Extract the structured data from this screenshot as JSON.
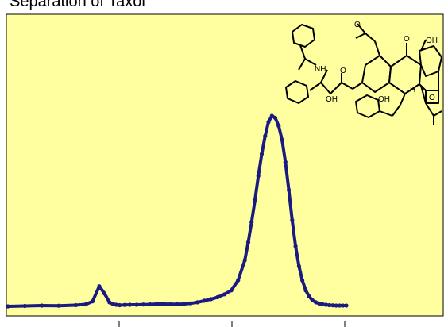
{
  "title": "Separation of Taxol",
  "colors": {
    "plot_background": "#ffffa0",
    "plot_border": "#000000",
    "trace": "#1a1a80",
    "page_background": "#ffffff"
  },
  "structure": {
    "icon": "taxol-structure-icon",
    "labels": {
      "nh": "NH",
      "oh_side": "OH",
      "oh_top": "OH",
      "oh_ring": "OH",
      "o_1": "O",
      "o_2": "O",
      "o_3": "O",
      "o_4": "O",
      "h": "H"
    }
  },
  "chart_data": {
    "type": "line",
    "title": "Separation of Taxol",
    "xlabel": "",
    "ylabel": "",
    "xlim": [
      0,
      1
    ],
    "ylim": [
      0,
      1
    ],
    "grid": false,
    "legend": "none",
    "series": [
      {
        "x": [
          0.0,
          0.05,
          0.1,
          0.15,
          0.2,
          0.23,
          0.25,
          0.27,
          0.285,
          0.3,
          0.31,
          0.32,
          0.33,
          0.345,
          0.36,
          0.38,
          0.4,
          0.42,
          0.44,
          0.46,
          0.48,
          0.5,
          0.52,
          0.54,
          0.56,
          0.58,
          0.6,
          0.62,
          0.64,
          0.66,
          0.68,
          0.7,
          0.71,
          0.72,
          0.73,
          0.74,
          0.75,
          0.76,
          0.77,
          0.78,
          0.79,
          0.8,
          0.81,
          0.82,
          0.83,
          0.84,
          0.85,
          0.86,
          0.87,
          0.88,
          0.89,
          0.9,
          0.91,
          0.92,
          0.93,
          0.94,
          0.95,
          0.96,
          0.97,
          0.98,
          0.99,
          1.0
        ],
        "y": [
          0.0,
          0.002,
          0.004,
          0.003,
          0.006,
          0.01,
          0.025,
          0.1,
          0.065,
          0.02,
          0.012,
          0.008,
          0.006,
          0.007,
          0.008,
          0.008,
          0.009,
          0.01,
          0.012,
          0.012,
          0.011,
          0.011,
          0.012,
          0.015,
          0.02,
          0.028,
          0.036,
          0.046,
          0.06,
          0.08,
          0.13,
          0.23,
          0.32,
          0.42,
          0.53,
          0.65,
          0.76,
          0.85,
          0.92,
          0.95,
          0.94,
          0.9,
          0.83,
          0.72,
          0.58,
          0.43,
          0.3,
          0.2,
          0.13,
          0.08,
          0.05,
          0.03,
          0.02,
          0.014,
          0.01,
          0.008,
          0.006,
          0.005,
          0.004,
          0.004,
          0.004,
          0.004
        ]
      }
    ]
  }
}
